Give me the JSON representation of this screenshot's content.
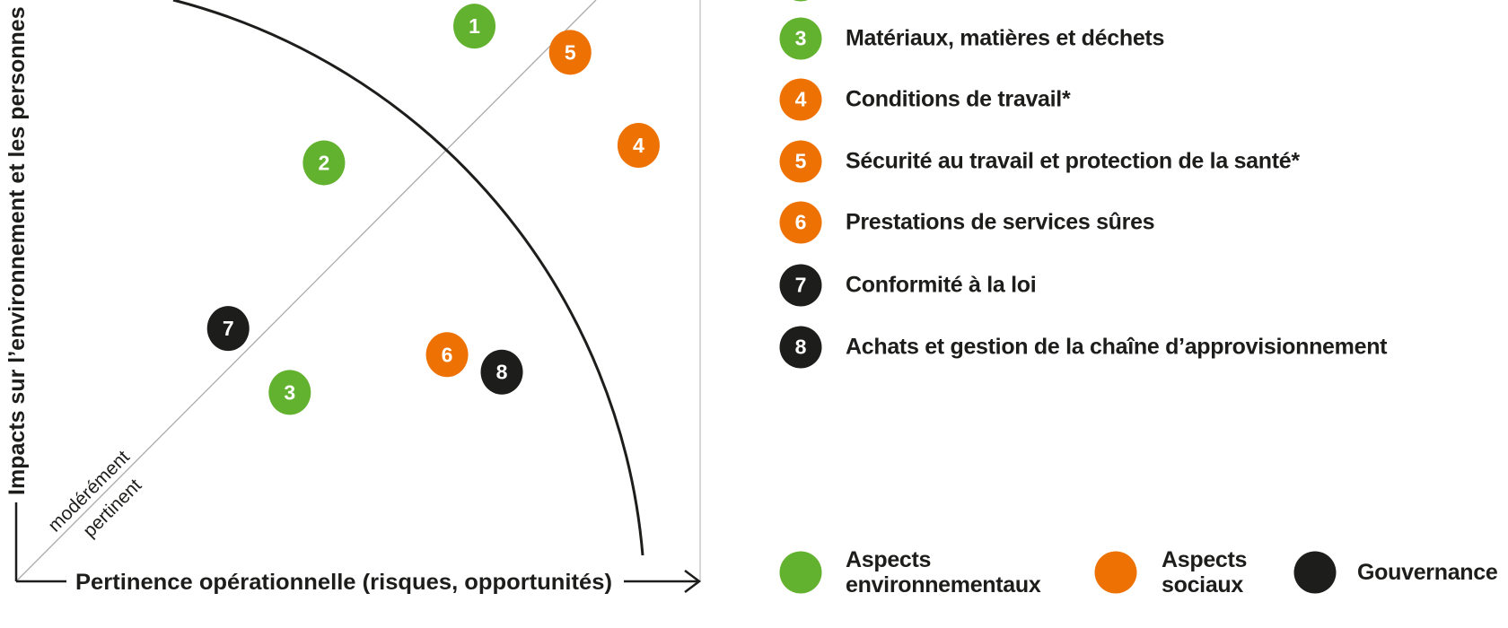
{
  "colors": {
    "environment": "#63b22f",
    "social": "#ee7203",
    "governance": "#1d1d1b"
  },
  "chart_data": {
    "type": "scatter",
    "xlabel": "Pertinence opérationnelle (risques, opportunités)",
    "ylabel": "Impacts sur l’environnement et les personnes –",
    "xlim": [
      0,
      1
    ],
    "ylim": [
      0,
      1
    ],
    "grid": false,
    "zone_labels": [
      "modérément",
      "pertinent"
    ],
    "points": [
      {
        "label": "1",
        "category": "environment",
        "x": 0.67,
        "y": 0.955
      },
      {
        "label": "2",
        "category": "environment",
        "x": 0.45,
        "y": 0.72
      },
      {
        "label": "3",
        "category": "environment",
        "x": 0.4,
        "y": 0.325
      },
      {
        "label": "4",
        "category": "social",
        "x": 0.91,
        "y": 0.75
      },
      {
        "label": "5",
        "category": "social",
        "x": 0.81,
        "y": 0.91
      },
      {
        "label": "6",
        "category": "social",
        "x": 0.63,
        "y": 0.39
      },
      {
        "label": "7",
        "category": "governance",
        "x": 0.31,
        "y": 0.435
      },
      {
        "label": "8",
        "category": "governance",
        "x": 0.71,
        "y": 0.36
      }
    ]
  },
  "legend_items": [
    {
      "number": "3",
      "category": "environment",
      "text": "Matériaux, matières et déchets"
    },
    {
      "number": "4",
      "category": "social",
      "text": "Conditions de travail*"
    },
    {
      "number": "5",
      "category": "social",
      "text": "Sécurité au travail et protection de la santé*"
    },
    {
      "number": "6",
      "category": "social",
      "text": "Prestations de services sûres"
    },
    {
      "number": "7",
      "category": "governance",
      "text": "Conformité à la loi"
    },
    {
      "number": "8",
      "category": "governance",
      "text": "Achats et gestion de la chaîne d’approvisionnement"
    }
  ],
  "categories": [
    {
      "key": "environment",
      "line1": "Aspects",
      "line2": "environnementaux"
    },
    {
      "key": "social",
      "line1": "Aspects",
      "line2": "sociaux"
    },
    {
      "key": "governance",
      "line1": "Gouvernance",
      "line2": ""
    }
  ]
}
